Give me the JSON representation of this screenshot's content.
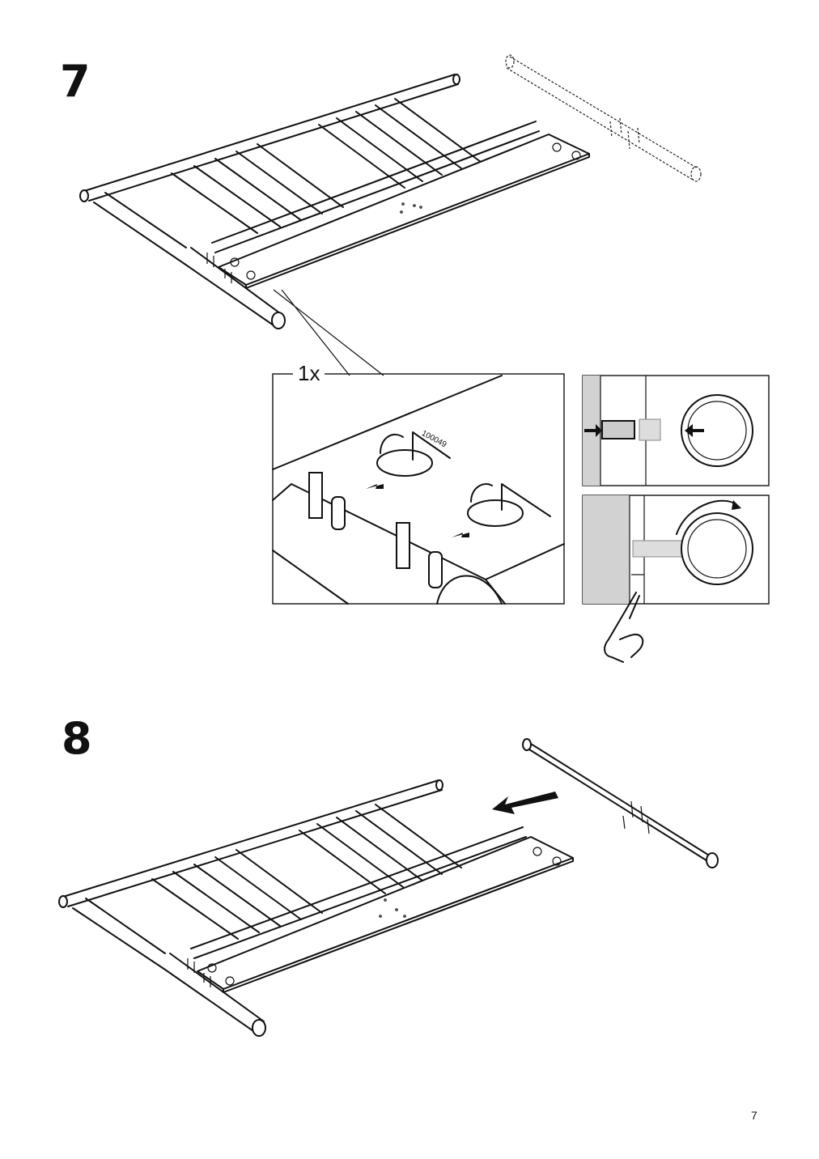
{
  "steps": [
    {
      "number": "7",
      "quantity": "1x",
      "part_number": "100049"
    },
    {
      "number": "8"
    }
  ],
  "page_number": "7",
  "icons": {
    "step7_frame": "bed-frame-illustration",
    "step7_detail": "cam-lock-detail-illustration",
    "step7_info1": "cam-lock-insert-diagram",
    "step7_info2": "cam-lock-tighten-diagram",
    "step7_hand": "pointing-hand-icon",
    "step8_frame": "bed-frame-illustration",
    "step8_arrow": "direction-arrow-icon"
  }
}
